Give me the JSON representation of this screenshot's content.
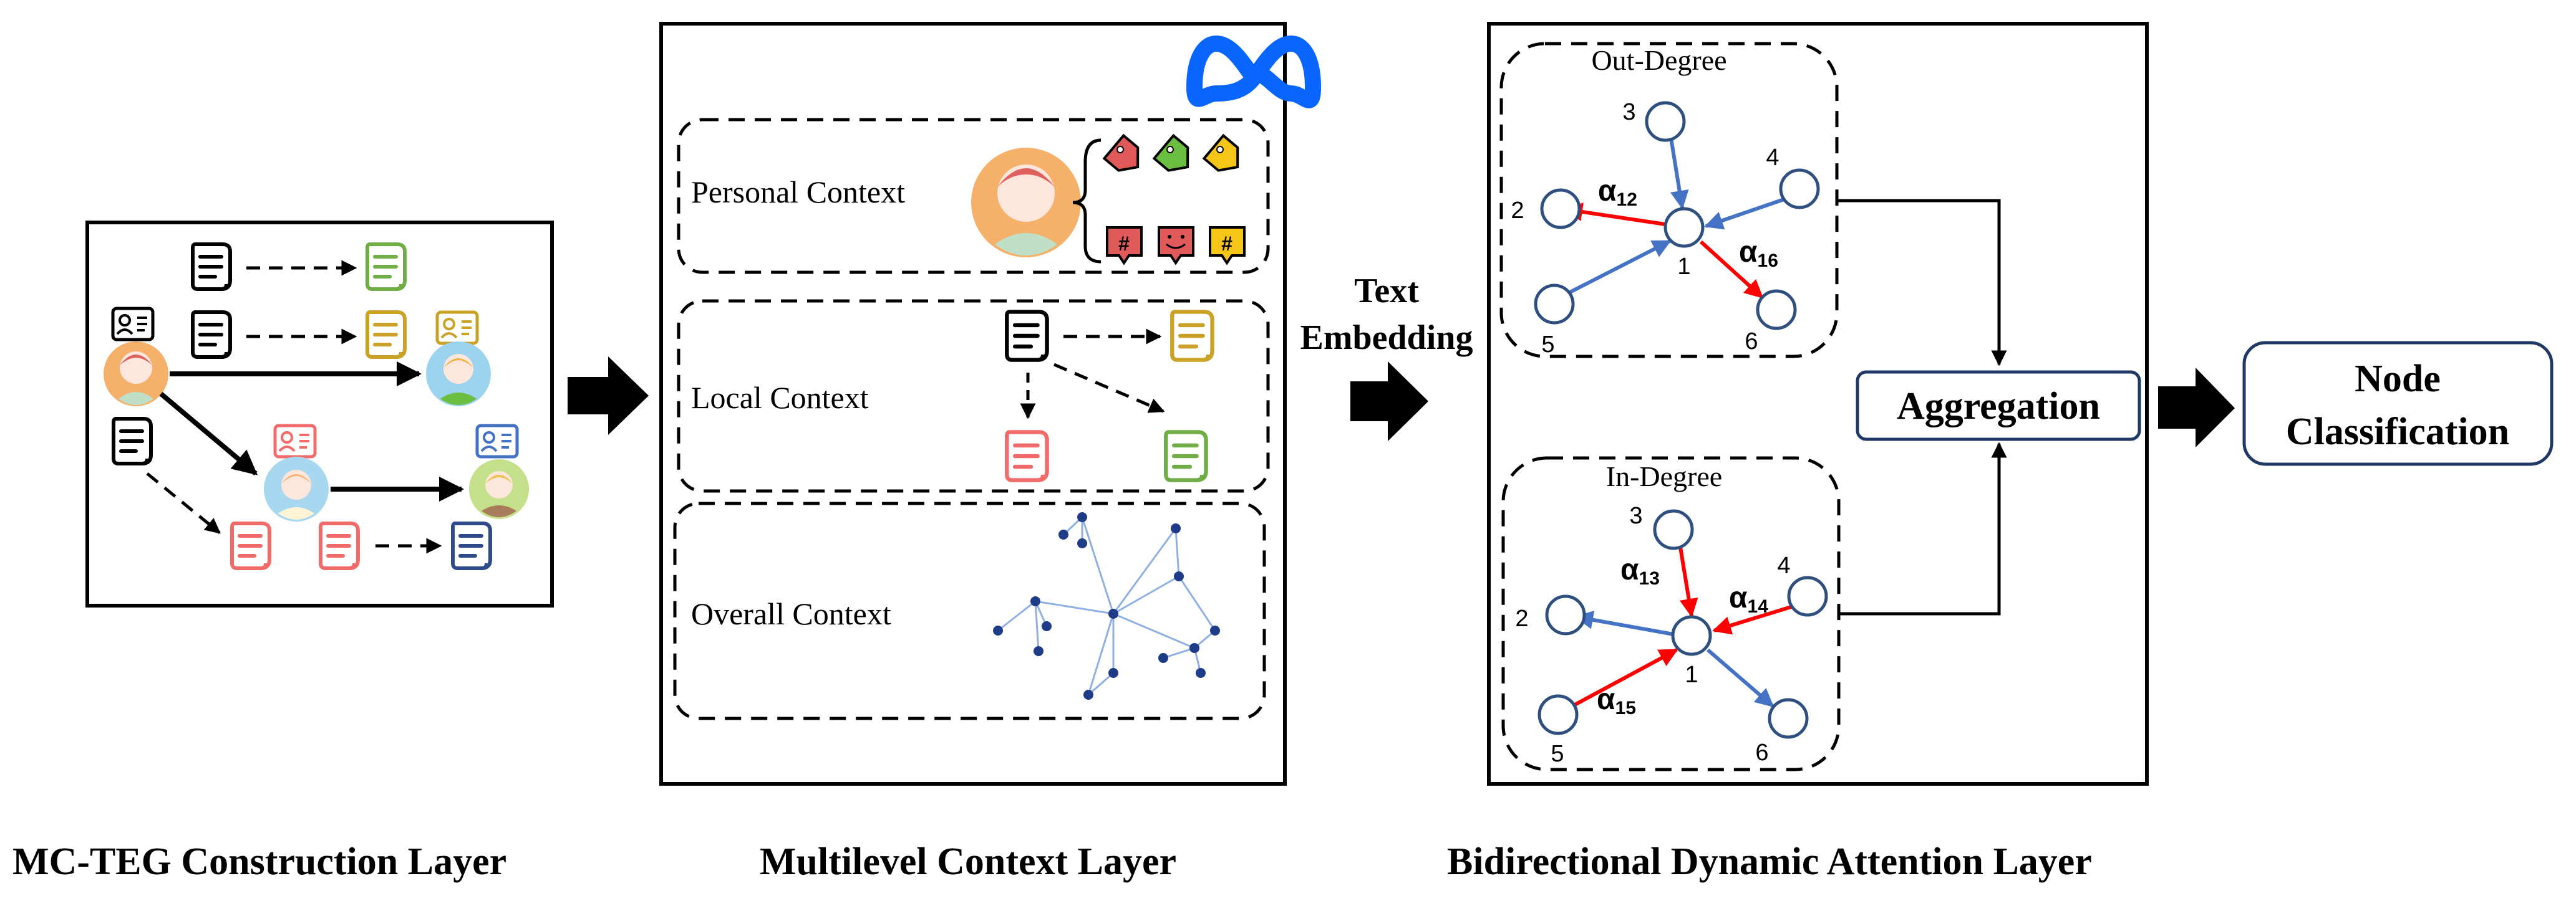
{
  "layers": {
    "mcteg": "MC-TEG Construction Layer",
    "multilevel": "Multilevel Context Layer",
    "bidirectional": "Bidirectional Dynamic Attention Layer"
  },
  "contexts": {
    "personal": "Personal  Context",
    "local": "Local  Context",
    "overall": "Overall  Context"
  },
  "text_embedding": {
    "line1": "Text",
    "line2": "Embedding"
  },
  "out_degree": {
    "title": "Out-Degree",
    "nodes": [
      "1",
      "2",
      "3",
      "4",
      "5",
      "6"
    ],
    "alpha_12_symbol": "α",
    "alpha_12_sub": "12",
    "alpha_16_symbol": "α",
    "alpha_16_sub": "16"
  },
  "in_degree": {
    "title": "In-Degree",
    "nodes": [
      "1",
      "2",
      "3",
      "4",
      "5",
      "6"
    ],
    "alpha_13_symbol": "α",
    "alpha_13_sub": "13",
    "alpha_14_symbol": "α",
    "alpha_14_sub": "14",
    "alpha_15_symbol": "α",
    "alpha_15_sub": "15"
  },
  "aggregation": "Aggregation",
  "node_classification": {
    "line1": "Node",
    "line2": "Classification"
  },
  "colors": {
    "black": "#000000",
    "blue_edge": "#4472c4",
    "red_edge": "#ff0000",
    "node_stroke": "#2f4f7f",
    "doc_green": "#70ad47",
    "doc_gold": "#c9a227",
    "doc_red": "#f26b6b",
    "doc_blue": "#2e4a8a",
    "meta_blue": "#0866ff",
    "tag_red": "#e05a5a",
    "tag_green": "#6abf40",
    "tag_yellow": "#f5c518",
    "avatar_orange": "#f5b06a",
    "graph_dot": "#1f3c88",
    "graph_line": "#8fb0e0"
  }
}
